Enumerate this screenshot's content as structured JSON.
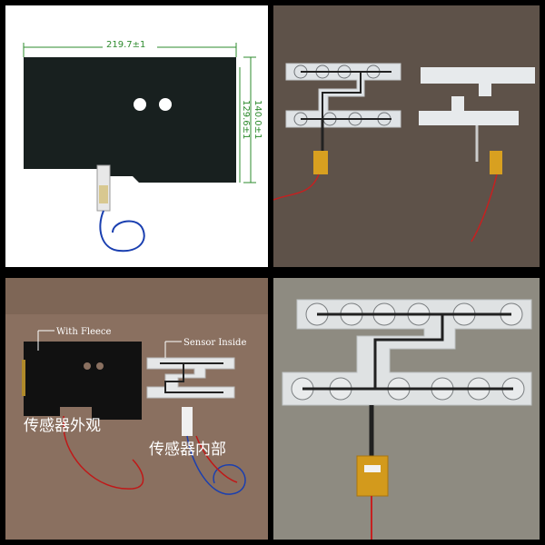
{
  "panels": {
    "drawing": {
      "width_label": "219.7±1",
      "height_label_outer": "140.0±1",
      "height_label_inner": "129.6±1",
      "colors": {
        "pad": "#18201f",
        "dimension": "#2e8b2e",
        "wire": "#1a3fb0"
      }
    },
    "photo_pair": {
      "colors": {
        "background": "#5e5249",
        "film": "#dfe3e6",
        "trace": "#222222",
        "connector": "#d8a020",
        "wire_red": "#c62020"
      }
    },
    "photo_compare": {
      "label_fleece": "With Fleece",
      "label_sensor": "Sensor Inside",
      "caption_exterior": "传感器外观",
      "caption_interior": "传感器内部",
      "colors": {
        "background": "#8a7060",
        "pad": "#111111",
        "wire_red": "#c01818",
        "wire_blue": "#1a3fb0"
      }
    },
    "photo_closeup": {
      "colors": {
        "background": "#8e8b81",
        "film": "#dfe2e3",
        "trace": "#202020",
        "connector": "#d39a1c"
      }
    }
  }
}
